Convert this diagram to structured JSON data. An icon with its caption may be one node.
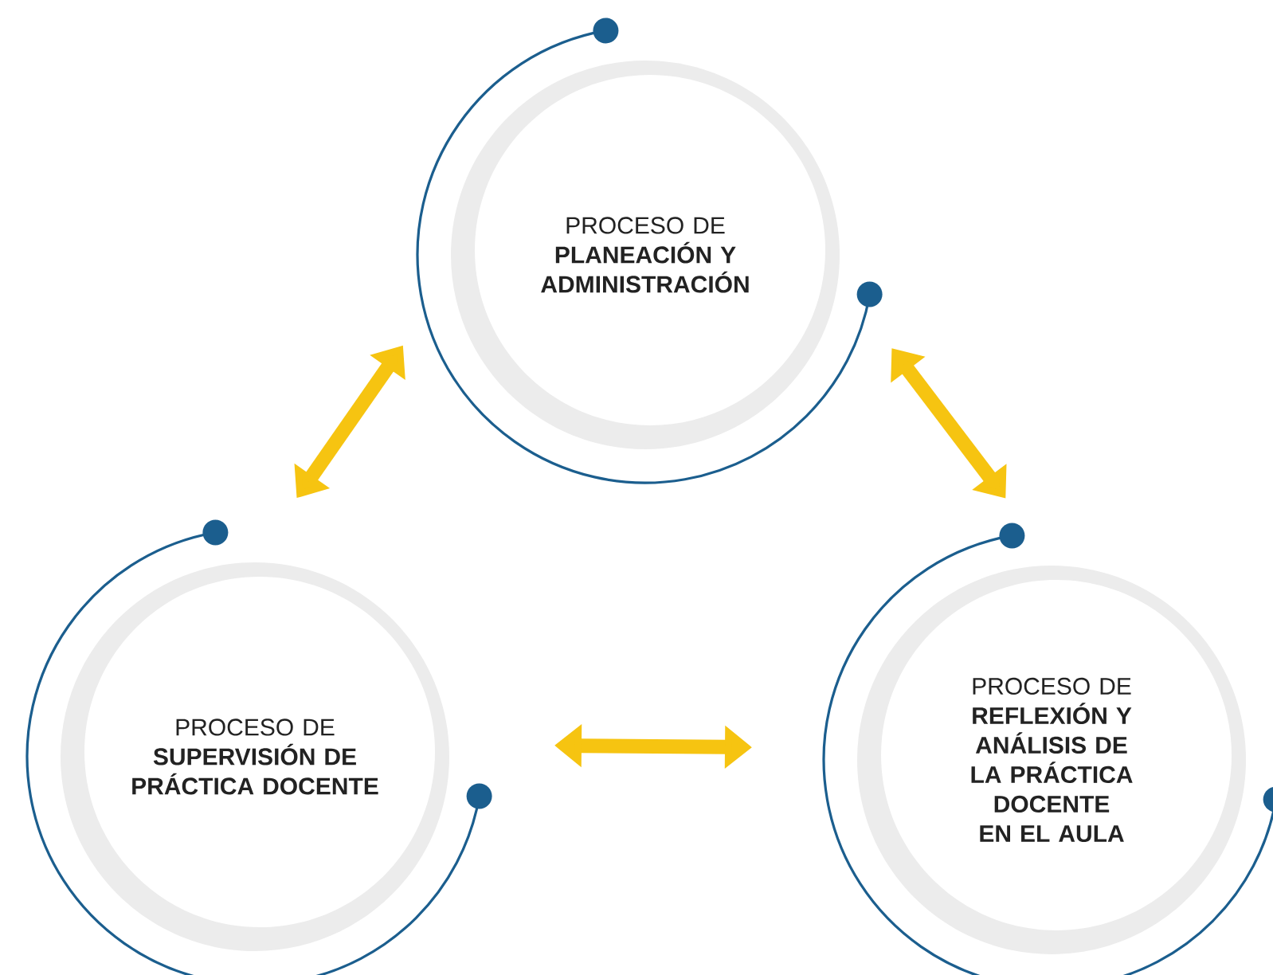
{
  "diagram": {
    "nodes": [
      {
        "text": [
          "PROCESO DE",
          "PLANEACIÓN Y ADMINISTRACIÓN"
        ]
      },
      {
        "text": [
          "PROCESO DE",
          "SUPERVISIÓN DE PRÁCTICA DOCENTE"
        ]
      },
      {
        "text": [
          "PROCESO DE",
          "REFLEXIÓN Y ANÁLISIS DE LA PRÁCTICA DOCENTE EN EL AULA"
        ]
      }
    ],
    "edges": [
      {
        "from": 1,
        "to": 0,
        "arrow": "both"
      },
      {
        "from": 0,
        "to": 2,
        "arrow": "both"
      },
      {
        "from": 1,
        "to": 2,
        "arrow": "both"
      }
    ]
  }
}
